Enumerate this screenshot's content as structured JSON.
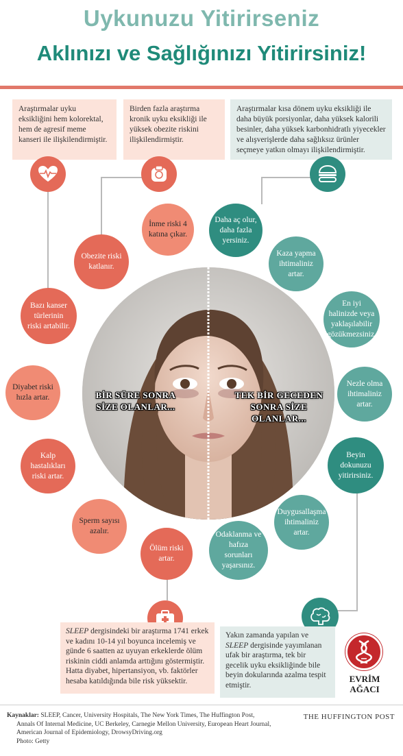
{
  "title": {
    "line1": "Uykunuzu Yitirirseniz",
    "line2": "Aklınızı ve Sağlığınızı Yitirirsiniz!"
  },
  "facts_top": [
    "Araştırmalar uyku eksikliğini hem kolorektal, hem de agresif meme kanseri ile ilişkilendirmiştir.",
    "Birden fazla araştırma kronik uyku eksikliği ile yüksek obezite riskini ilişkilendirmiştir.",
    "Araştırmalar kısa dönem uyku eksikliği ile daha büyük porsiyonlar, daha yüksek kalorili besinler, daha yüksek karbonhidratlı yiyecekler ve alışverişlerde daha sağlıksız ürünler seçmeye yatkın olmayı ilişkilendirmiştir."
  ],
  "left_effects": [
    "İnme riski 4 katına çıkar.",
    "Obezite riski katlanır.",
    "Bazı kanser türlerinin riski artabilir.",
    "Diyabet riski hızla artar.",
    "Kalp hastalıkları riski artar.",
    "Sperm sayısı azalır.",
    "Ölüm riski artar."
  ],
  "right_effects": [
    "Daha aç olur, daha fazla yersiniz.",
    "Kaza yapma ihtimaliniz artar.",
    "En iyi halinizde veya yaklaşılabilir gözükmezsiniz.",
    "Nezle olma ihtimaliniz artar.",
    "Beyin dokunuzu yitirirsiniz.",
    "Duygusallaşma ihtimaliniz artar.",
    "Odaklanma ve hafıza sorunları yaşarsınız."
  ],
  "face_labels": {
    "left": "BİR SÜRE SONRA SİZE OLANLAR...",
    "right": "TEK BİR GECEDEN SONRA SİZE OLANLAR..."
  },
  "facts_bottom": {
    "left": {
      "journal": "SLEEP",
      "text": " dergisindeki bir araştırma 1741 erkek ve kadını 10-14 yıl boyunca incelemiş ve günde 6 saatten az uyuyan erkeklerde ölüm riskinin ciddi anlamda arttığını göstermiştir. Hatta diyabet, hipertansiyon, vb. faktörler hesaba katıldığında bile risk yüksektir."
    },
    "right": {
      "prefix": "Yakın zamanda yapılan ve ",
      "journal": "SLEEP",
      "text": " dergisinde yayımlanan ufak bir araştırma, tek bir gecelik uyku eksikliğinde bile beyin dokularında azalma tespit etmiştir."
    }
  },
  "logo": {
    "line1": "EVRİM",
    "line2": "AĞACI"
  },
  "footer": {
    "sources_label": "Kaynaklar:",
    "sources_line1": " SLEEP, Cancer, University Hospitals, The New York Times, The Huffington Post,",
    "sources_line2": "Annals Of Internal Medicine, UC Berkeley, Carnegie Mellon University, European Heart Journal,",
    "sources_line3": "American Journal of Epidemiology, DrowsyDriving.org",
    "photo": "Photo: Getty",
    "brand": "THE HUFFINGTON POST"
  },
  "colors": {
    "red_dark": "#e46a58",
    "red_light": "#f08b74",
    "teal_dark": "#2f8d80",
    "teal_light": "#5fa89e",
    "title_light": "#7fb8ae",
    "title_dark": "#1f8a79"
  },
  "icons": [
    "heart-pulse-icon",
    "weight-scale-icon",
    "burger-icon",
    "medical-kit-icon",
    "brain-icon",
    "dna-logo-icon"
  ]
}
